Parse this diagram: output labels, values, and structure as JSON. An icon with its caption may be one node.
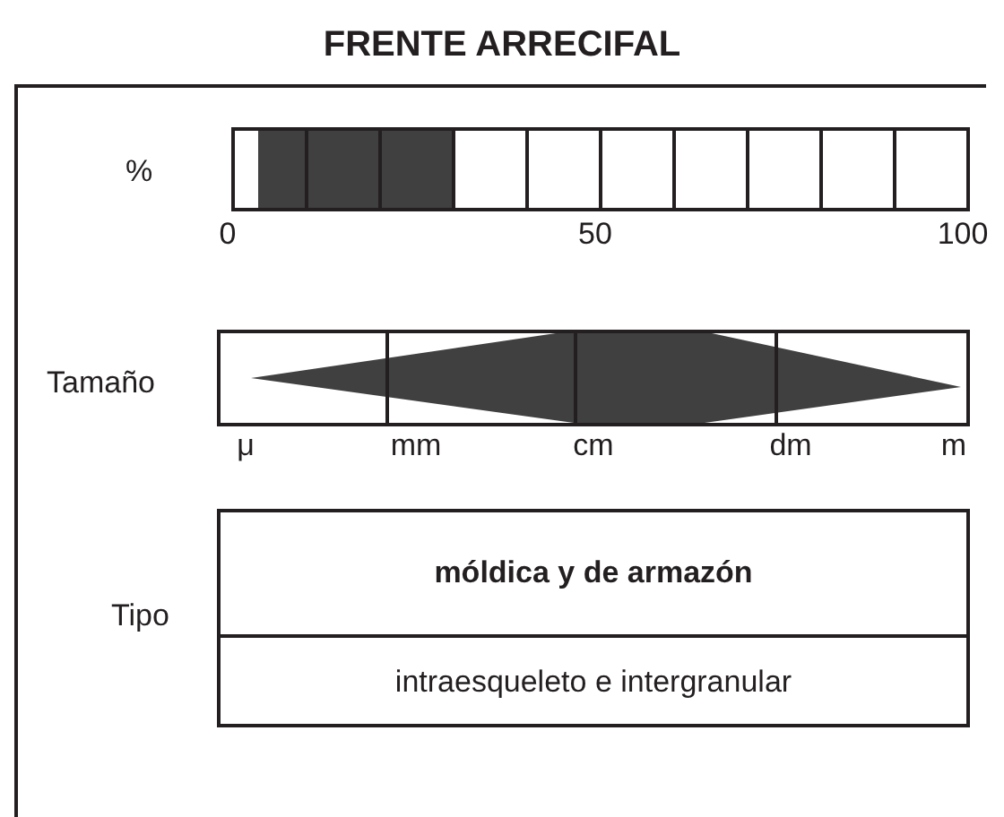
{
  "diagram": {
    "title": "FRENTE ARRECIFAL",
    "nodes": [
      {
        "text": [
          "móldica y de armazón"
        ]
      },
      {
        "text": [
          "intraesqueleto e intergranular"
        ]
      }
    ],
    "labels": [
      "%",
      "0",
      "50",
      "100",
      "Tamaño",
      "μ",
      "mm",
      "cm",
      "dm",
      "m",
      "Tipo"
    ]
  }
}
